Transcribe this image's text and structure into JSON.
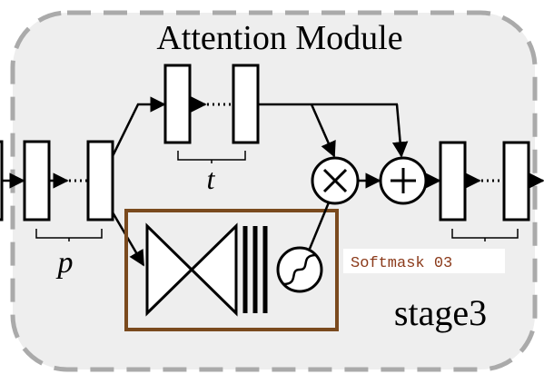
{
  "title": "Attention Module",
  "labels": {
    "p": "p",
    "t": "t",
    "stage": "stage3",
    "softmask": "Softmask 03"
  },
  "colors": {
    "panel_fill": "#eeeeee",
    "panel_border": "#aaaaaa",
    "mask_border": "#7a4a1e",
    "softmask_text": "#8b3a1a",
    "stroke": "#000000"
  },
  "icons": {
    "multiply": "multiply-icon",
    "add": "add-icon",
    "sigmoid": "sigmoid-icon",
    "hourglass": "hourglass-icon"
  }
}
